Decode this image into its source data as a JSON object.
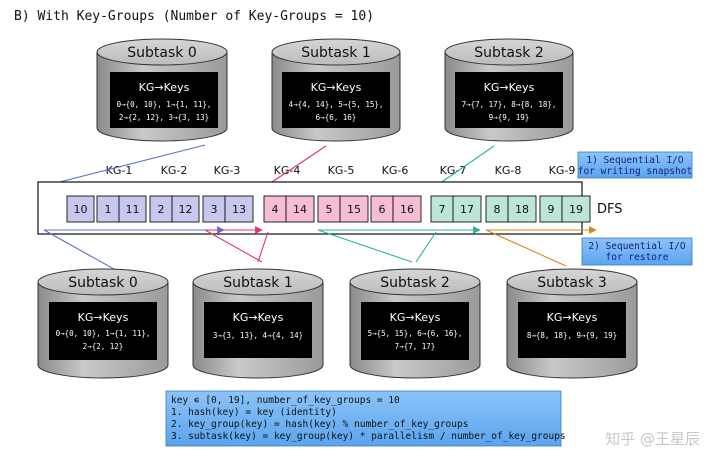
{
  "heading": "B) With Key-Groups (Number of Key-Groups = 10)",
  "top_subtasks": [
    {
      "title": "Subtask 0",
      "box_title": "KG→Keys",
      "lines": [
        "0→{0, 10}, 1→{1, 11},",
        "2→{2, 12}, 3→{3, 13}"
      ]
    },
    {
      "title": "Subtask 1",
      "box_title": "KG→Keys",
      "lines": [
        "4→{4, 14}, 5→{5, 15},",
        "6→{6, 16}"
      ]
    },
    {
      "title": "Subtask 2",
      "box_title": "KG→Keys",
      "lines": [
        "7→{7, 17}, 8→{8, 18},",
        "9→{9, 19}"
      ]
    }
  ],
  "bottom_subtasks": [
    {
      "title": "Subtask 0",
      "box_title": "KG→Keys",
      "lines": [
        "0→{0, 10}, 1→{1, 11},",
        "2→{2, 12}"
      ]
    },
    {
      "title": "Subtask 1",
      "box_title": "KG→Keys",
      "lines": [
        "3→{3, 13}, 4→{4, 14}"
      ]
    },
    {
      "title": "Subtask 2",
      "box_title": "KG→Keys",
      "lines": [
        "5→{5, 15}, 6→{6, 16},",
        "7→{7, 17}"
      ]
    },
    {
      "title": "Subtask 3",
      "box_title": "KG→Keys",
      "lines": [
        "8→{8, 18}, 9→{9, 19}"
      ]
    }
  ],
  "kg_labels": [
    "KG-1",
    "KG-2",
    "KG-3",
    "KG-4",
    "KG-5",
    "KG-6",
    "KG-7",
    "KG-8",
    "KG-9"
  ],
  "cells": [
    {
      "group": 0,
      "a": "10"
    },
    {
      "group": 1,
      "a": "1",
      "b": "11"
    },
    {
      "group": 2,
      "a": "2",
      "b": "12"
    },
    {
      "group": 3,
      "a": "3",
      "b": "13"
    },
    {
      "group": 4,
      "a": "4",
      "b": "14"
    },
    {
      "group": 5,
      "a": "5",
      "b": "15"
    },
    {
      "group": 6,
      "a": "6",
      "b": "16"
    },
    {
      "group": 7,
      "a": "7",
      "b": "17"
    },
    {
      "group": 8,
      "a": "8",
      "b": "18"
    },
    {
      "group": 9,
      "a": "9",
      "b": "19"
    }
  ],
  "dfs_label": "DFS",
  "note_snapshot": [
    "1) Sequential I/O",
    "for writing snapshot"
  ],
  "note_restore": [
    "2) Sequential I/O",
    "for restore"
  ],
  "formula_lines": [
    "key ∊ [0, 19], number_of_key_groups = 10",
    "1. hash(key) = key (identity)",
    "2. key_group(key) = hash(key) % number_of_key_groups",
    "3. subtask(key) = key_group(key) * parallelism / number_of_key_groups"
  ],
  "watermark": "知乎 @王星辰",
  "colors": {
    "blue_cell": "#c6c8ee",
    "pink_cell": "#f7bcd6",
    "teal_cell": "#bde6da",
    "blue_arrow": "#5b6fd0",
    "pink_arrow": "#e0307a",
    "teal_arrow": "#2bb39a",
    "orange_arrow": "#d48a1a",
    "note_bg": "#6fb1f2"
  }
}
